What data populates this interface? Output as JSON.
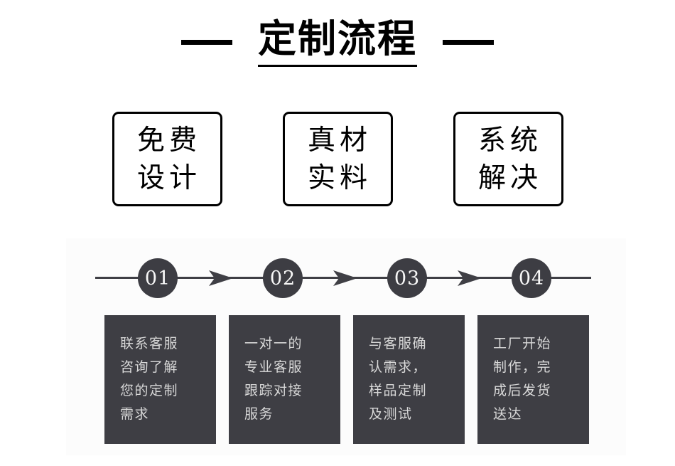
{
  "header": {
    "title": "定制流程",
    "left_dash": "",
    "right_dash": ""
  },
  "badges": [
    {
      "line1": "免费",
      "line2": "设计"
    },
    {
      "line1": "真材",
      "line2": "实料"
    },
    {
      "line1": "系统",
      "line2": "解决"
    }
  ],
  "process": {
    "steps": [
      {
        "number": "01",
        "lines": [
          "联系客服",
          "咨询了解",
          "您的定制",
          "需求"
        ]
      },
      {
        "number": "02",
        "lines": [
          "一对一的",
          "专业客服",
          "跟踪对接",
          "服务"
        ]
      },
      {
        "number": "03",
        "lines": [
          "与客服确",
          "认需求，",
          "样品定制",
          "及测试"
        ]
      },
      {
        "number": "04",
        "lines": [
          "工厂开始",
          "制作，完",
          "成后发货",
          "送达"
        ]
      }
    ]
  },
  "colors": {
    "page_background": "#ffffff",
    "panel_background": "#fcfcfc",
    "dark": "#3e3e44",
    "circle": "#3d3d43",
    "card_text": "#d8d8d8",
    "line": "#3f3f45",
    "title": "#000000"
  }
}
